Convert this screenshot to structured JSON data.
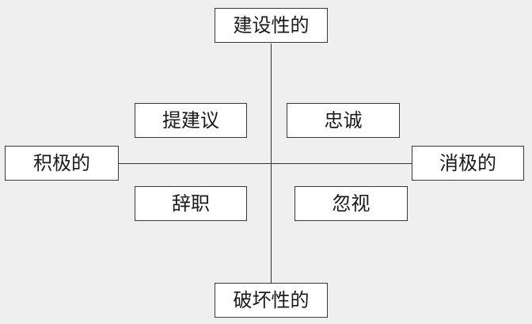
{
  "axis_labels": {
    "top": "建设性的",
    "bottom": "破坏性的",
    "left": "积极的",
    "right": "消极的"
  },
  "quadrants": {
    "top_left": "提建议",
    "top_right": "忠诚",
    "bottom_left": "辞职",
    "bottom_right": "忽视"
  }
}
